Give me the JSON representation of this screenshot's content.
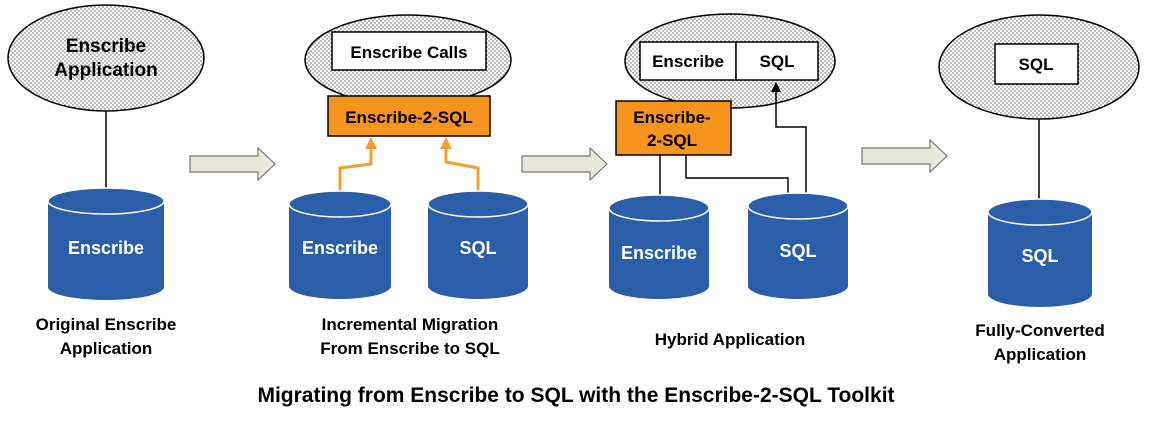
{
  "title": "Migrating from Enscribe to SQL with the Enscribe-2-SQL Toolkit",
  "colors": {
    "database": "#2a5ea8",
    "database_dark": "#1c4a8a",
    "toolkit": "#f7941d",
    "connector": "#f0a030",
    "flow_arrow": "#e8e8d8"
  },
  "stages": [
    {
      "bubble": [
        "Enscribe",
        "Application"
      ],
      "databases": [
        "Enscribe"
      ],
      "caption": [
        "Original Enscribe",
        "Application"
      ]
    },
    {
      "bubble_box": "Enscribe Calls",
      "toolkit": "Enscribe-2-SQL",
      "databases": [
        "Enscribe",
        "SQL"
      ],
      "caption": [
        "Incremental Migration",
        "From Enscribe to SQL"
      ]
    },
    {
      "bubble_boxes": [
        "Enscribe",
        "SQL"
      ],
      "toolkit": [
        "Enscribe-",
        "2-SQL"
      ],
      "databases": [
        "Enscribe",
        "SQL"
      ],
      "caption": [
        "Hybrid Application"
      ]
    },
    {
      "bubble_box": "SQL",
      "databases": [
        "SQL"
      ],
      "caption": [
        "Fully-Converted",
        "Application"
      ]
    }
  ]
}
